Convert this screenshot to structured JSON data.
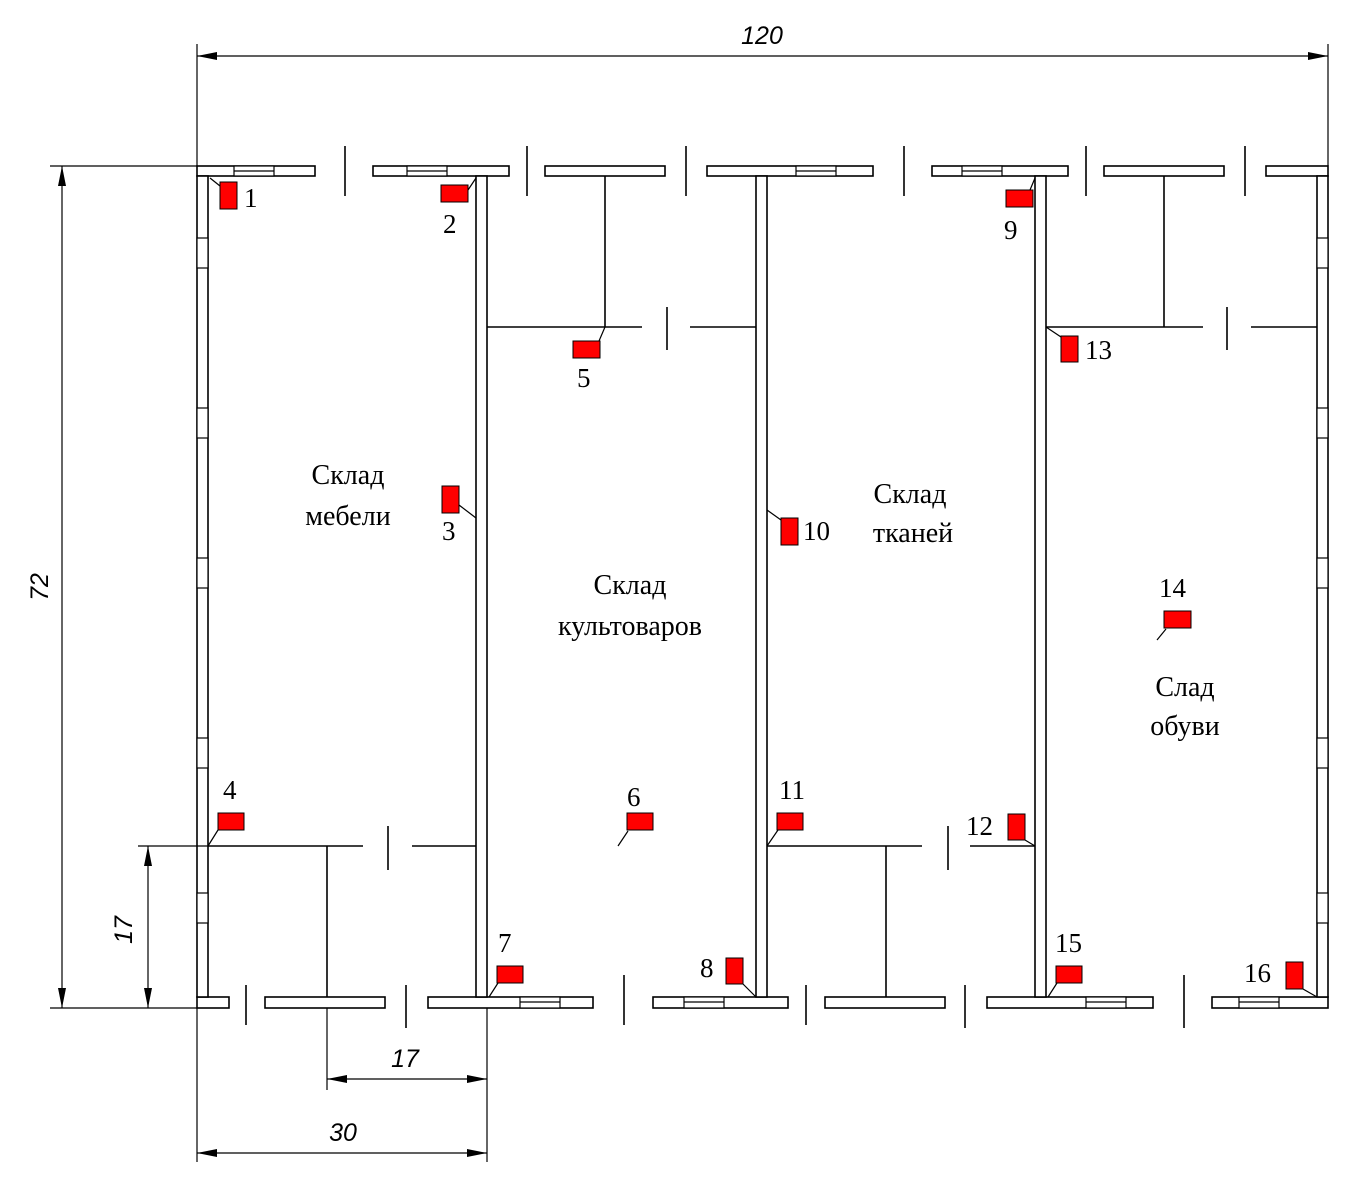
{
  "colors": {
    "sensor": "#ff0000",
    "line": "#000000",
    "background": "#ffffff"
  },
  "dimensions": {
    "total_width": "120",
    "total_height": "72",
    "bottom_left_width": "30",
    "bottom_mid_width": "17",
    "left_small_height": "17"
  },
  "rooms": {
    "furniture": [
      "Склад",
      "мебели"
    ],
    "culture": [
      "Склад",
      "культоваров"
    ],
    "fabric": [
      "Склад",
      "тканей"
    ],
    "shoes": [
      "Слад",
      "обуви"
    ]
  },
  "sensors": [
    "1",
    "2",
    "3",
    "4",
    "5",
    "6",
    "7",
    "8",
    "9",
    "10",
    "11",
    "12",
    "13",
    "14",
    "15",
    "16"
  ]
}
